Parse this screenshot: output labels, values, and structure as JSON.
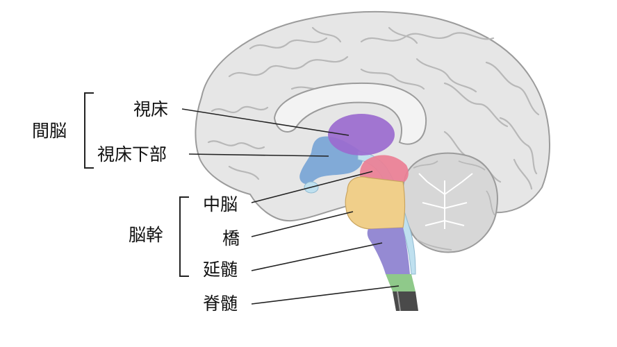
{
  "labels": {
    "diencephalon": "間脳",
    "thalamus": "視床",
    "hypothalamus": "視床下部",
    "brainstem": "脳幹",
    "midbrain": "中脳",
    "pons": "橋",
    "medulla": "延髄",
    "spinal_cord": "脊髄"
  },
  "colors": {
    "brain_fill": "#e6e6e6",
    "brain_outline": "#9b9b9b",
    "gyri_line": "#b8b8b8",
    "thalamus": "#9b6bcf",
    "hypothalamus": "#6f9fd3",
    "ventricle": "#bfe0ef",
    "midbrain": "#ec7f95",
    "pons": "#f0cf8a",
    "medulla": "#8f84d1",
    "spinal_cord": "#8fc98a",
    "cerebellum": "#d7d7d7",
    "leader_line": "#222222"
  }
}
